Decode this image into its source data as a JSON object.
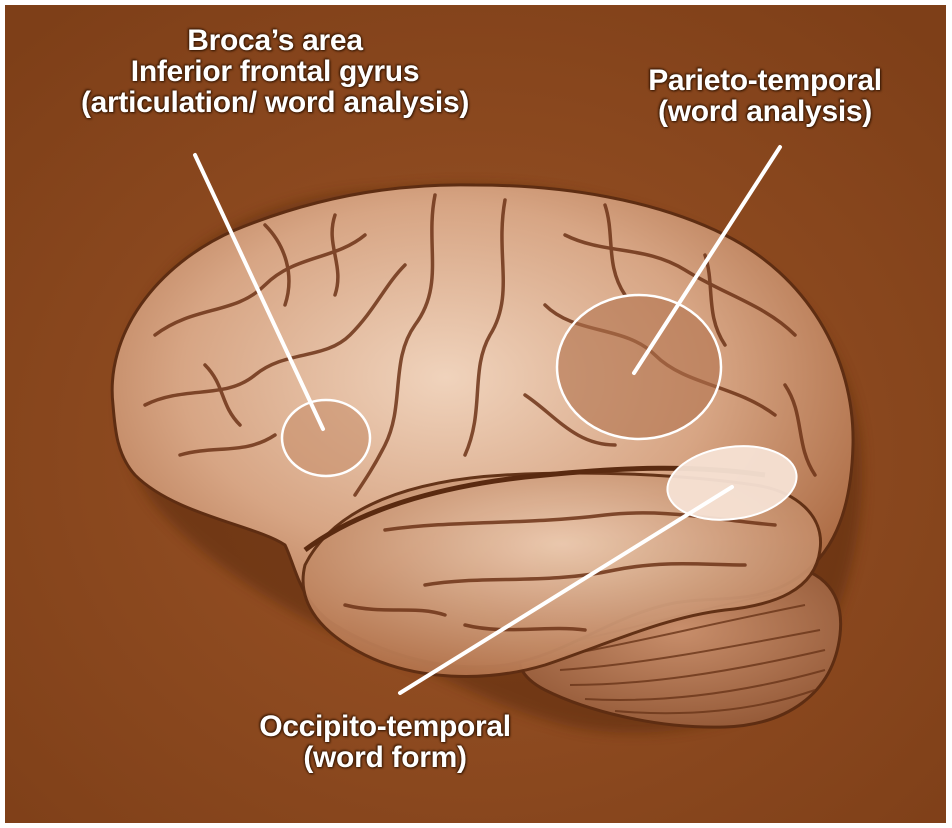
{
  "colors": {
    "background": "#8f4a1f",
    "brain_fill": "#c98f6b",
    "brain_highlight": "#e9c5a9",
    "sulcus": "#6e3418",
    "cerebellum": "#b57a58",
    "leader_line": "#ffffff"
  },
  "labels": {
    "broca": {
      "line1": "Broca’s area",
      "line2": "Inferior frontal gyrus",
      "line3": "(articulation/ word analysis)"
    },
    "parieto": {
      "line1": "Parieto-temporal",
      "line2": "(word analysis)"
    },
    "occipito": {
      "line1": "Occipito-temporal",
      "line2": "(word form)"
    }
  },
  "regions": [
    {
      "id": "broca",
      "style": "outlined-circle"
    },
    {
      "id": "parieto-temporal",
      "style": "outlined-circle"
    },
    {
      "id": "occipito-temporal",
      "style": "filled-ellipse"
    }
  ]
}
